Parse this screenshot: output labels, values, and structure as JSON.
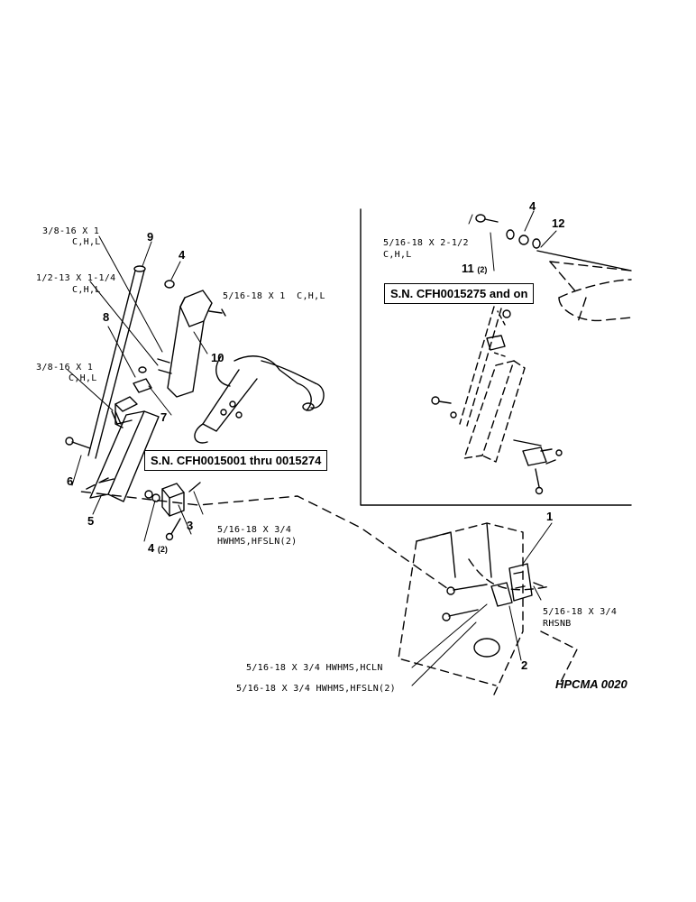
{
  "callouts": {
    "c1": "1",
    "c2": "2",
    "c3": "3",
    "c4a": "4",
    "c4b": "4",
    "c4c": "4",
    "c4c_qty": "(2)",
    "c5": "5",
    "c6": "6",
    "c7": "7",
    "c8": "8",
    "c9": "9",
    "c10": "10",
    "c11": "11",
    "c11_qty": "(2)",
    "c12": "12"
  },
  "labels": {
    "bolt_38_16_a_size": "3/8-16 X 1",
    "bolt_38_16_a_grade": "C,H,L",
    "bolt_12_13_size": "1/2-13 X 1-1/4",
    "bolt_12_13_grade": "C,H,L",
    "bolt_38_16_b_size": "3/8-16 X 1",
    "bolt_38_16_b_grade": "C,H,L",
    "bolt_516_1": "5/16-18 X 1  C,H,L",
    "bolt_516_34_a_size": "5/16-18 X 3/4",
    "bolt_516_34_a_grade": "HWHMS,HFSLN(2)",
    "bolt_516_212_size": "5/16-18 X 2-1/2",
    "bolt_516_212_grade": "C,H,L",
    "bolt_516_34_rh_size": "5/16-18 X 3/4",
    "bolt_516_34_rh_grade": "RHSNB",
    "bolt_516_34_hcln": "5/16-18 X 3/4 HWHMS,HCLN",
    "bolt_516_34_hfsln": "5/16-18 X 3/4 HWHMS,HFSLN(2)"
  },
  "serial_boxes": {
    "early": "S.N. CFH0015001 thru 0015274",
    "late": "S.N. CFH0015275 and on"
  },
  "figure_id": "HPCMA 0020"
}
